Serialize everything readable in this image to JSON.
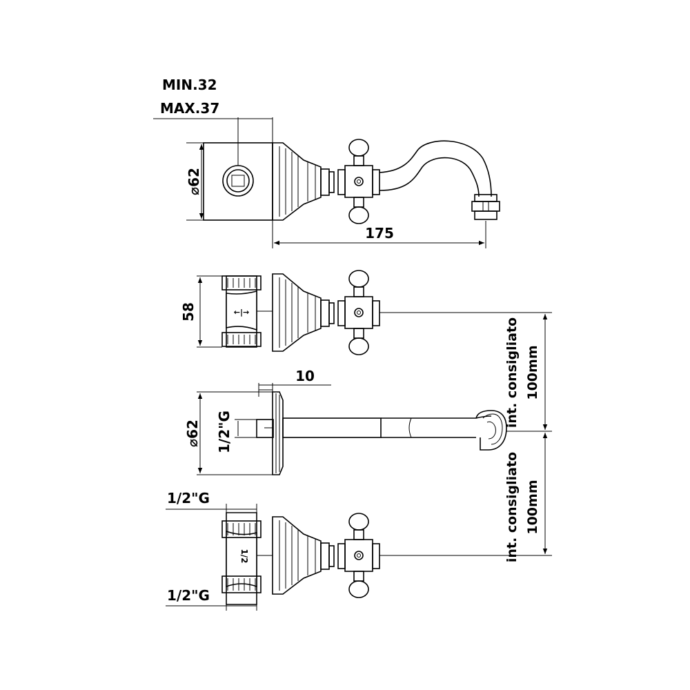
{
  "labels": {
    "min": "MIN.32",
    "max": "MAX.37",
    "diameter_top": "⌀62",
    "length": "175",
    "height": "58",
    "offset": "10",
    "diameter_mid": "⌀62",
    "thread_mid": "1/2\"G",
    "thread_top_left": "1/2\"G",
    "thread_bottom_left": "1/2\"G",
    "interaxis_label_1": "int. consigliato",
    "interaxis_value_1": "100mm",
    "interaxis_label_2": "int. consigliato",
    "interaxis_value_2": "100mm",
    "valve_mark_top": "←|→",
    "valve_mark_bottom": "1/2"
  },
  "colors": {
    "line": "#000000",
    "background": "#ffffff"
  }
}
